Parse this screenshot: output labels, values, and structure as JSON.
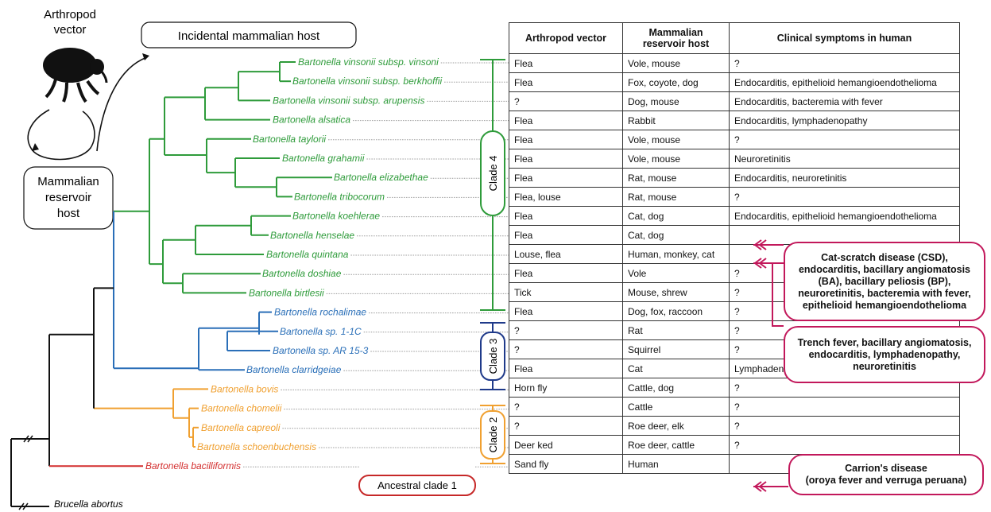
{
  "cycle": {
    "vector_label_line1": "Arthropod",
    "vector_label_line2": "vector",
    "incidental_host": "Incidental mammalian host",
    "reservoir_line1": "Mammalian",
    "reservoir_line2": "reservoir",
    "reservoir_line3": "host"
  },
  "taxa": [
    "Bartonella vinsonii subsp. vinsoni",
    "Bartonella vinsonii subsp. berkhoffii",
    "Bartonella vinsonii subsp. arupensis",
    "Bartonella alsatica",
    "Bartonella taylorii",
    "Bartonella grahamii",
    "Bartonella elizabethae",
    "Bartonella tribocorum",
    "Bartonella koehlerae",
    "Bartonella henselae",
    "Bartonella quintana",
    "Bartonella doshiae",
    "Bartonella birtlesii",
    "Bartonella rochalimae",
    "Bartonella sp. 1-1C",
    "Bartonella sp. AR 15-3",
    "Bartonella clarridgeiae",
    "Bartonella bovis",
    "Bartonella chomelii",
    "Bartonella capreoli",
    "Bartonella schoenbuchensis",
    "Bartonella bacilliformis"
  ],
  "outgroup": "Brucella abortus",
  "clades": {
    "clade4": "Clade 4",
    "clade3": "Clade 3",
    "clade2": "Clade 2",
    "clade1": "Ancestral clade 1"
  },
  "colors": {
    "clade4": "#2e9b3a",
    "clade3": "#2a6fb8",
    "clade2": "#f0a030",
    "clade1": "#d32f2f",
    "backbone": "#111111",
    "callout": "#c2185b",
    "clade3_bar": "#1f3a8a"
  },
  "table": {
    "headers": [
      "Arthropod vector",
      "Mammalian reservoir host",
      "Clinical symptoms in human"
    ],
    "rows": [
      [
        "Flea",
        "Vole, mouse",
        "?"
      ],
      [
        "Flea",
        "Fox, coyote, dog",
        "Endocarditis, epithelioid hemangioendothelioma"
      ],
      [
        "?",
        "Dog, mouse",
        "Endocarditis, bacteremia with fever"
      ],
      [
        "Flea",
        "Rabbit",
        "Endocarditis, lymphadenopathy"
      ],
      [
        "Flea",
        "Vole, mouse",
        "?"
      ],
      [
        "Flea",
        "Vole, mouse",
        "Neuroretinitis"
      ],
      [
        "Flea",
        "Rat, mouse",
        "Endocarditis, neuroretinitis"
      ],
      [
        "Flea, louse",
        "Rat, mouse",
        "?"
      ],
      [
        "Flea",
        "Cat, dog",
        "Endocarditis, epithelioid hemangioendothelioma"
      ],
      [
        "Flea",
        "Cat, dog",
        ""
      ],
      [
        "Louse, flea",
        "Human, monkey, cat",
        ""
      ],
      [
        "Flea",
        "Vole",
        "?"
      ],
      [
        "Tick",
        "Mouse, shrew",
        "?"
      ],
      [
        "Flea",
        "Dog, fox, raccoon",
        "?"
      ],
      [
        "?",
        "Rat",
        "?"
      ],
      [
        "?",
        "Squirrel",
        "?"
      ],
      [
        "Flea",
        "Cat",
        "Lymphadenopathy"
      ],
      [
        "Horn fly",
        "Cattle, dog",
        "?"
      ],
      [
        "?",
        "Cattle",
        "?"
      ],
      [
        "?",
        "Roe deer, elk",
        "?"
      ],
      [
        "Deer ked",
        "Roe deer, cattle",
        "?"
      ],
      [
        "Sand fly",
        "Human",
        ""
      ]
    ]
  },
  "callouts": {
    "henselae": "Cat-scratch disease (CSD), endocarditis,  bacillary angiomatosis (BA), bacillary peliosis (BP), neuroretinitis, bacteremia with fever, epithelioid hemangioendothelioma",
    "quintana": "Trench fever, bacillary angiomatosis, endocarditis, lymphadenopathy, neuroretinitis",
    "bacilliformis_line1": "Carrion's disease",
    "bacilliformis_line2": "(oroya fever and verruga peruana)"
  }
}
